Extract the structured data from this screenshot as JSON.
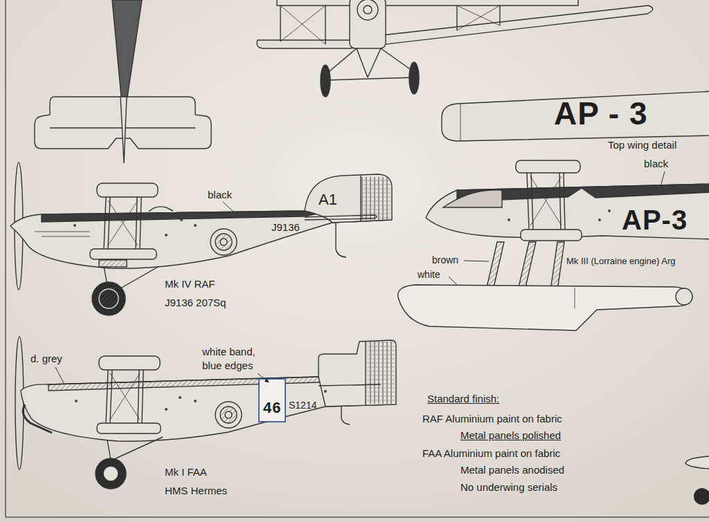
{
  "diagram": {
    "labels": [
      "AP - 3",
      "Top wing detail",
      "black",
      "AP-3",
      "brown",
      "Mk III (Lorraine engine) Arg",
      "white",
      "black",
      "A1",
      "J9136",
      "Mk IV RAF",
      "J9136 207Sq",
      "d. grey",
      "white band,",
      "blue edges",
      "46",
      "S1214",
      "Mk I FAA",
      "HMS Hermes",
      "Standard finish:",
      "RAF Aluminium paint on fabric",
      "Metal panels polished",
      "FAA Aluminium paint on fabric",
      "Metal panels anodised",
      "No underwing serials"
    ]
  }
}
